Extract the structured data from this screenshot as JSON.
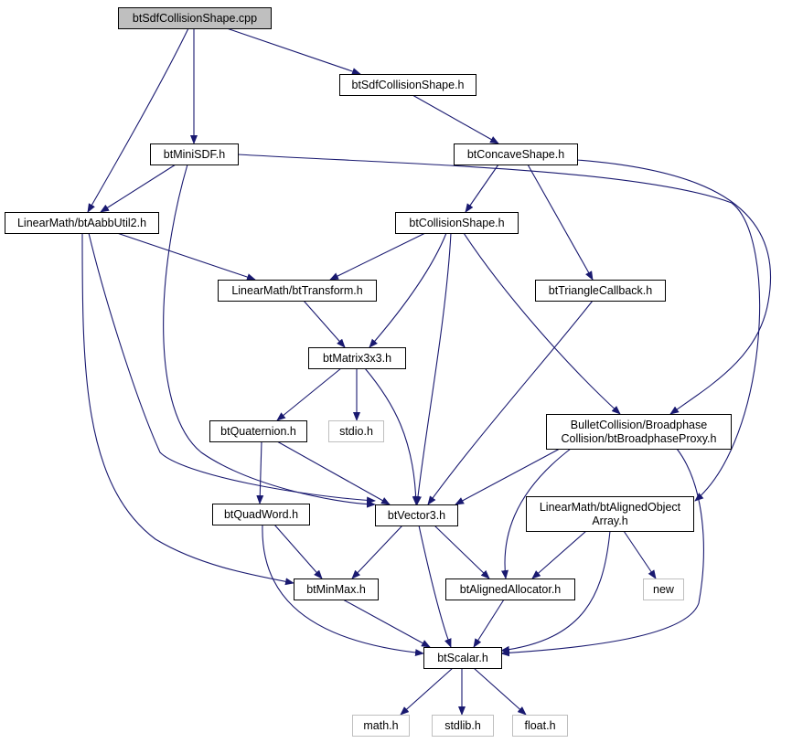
{
  "colors": {
    "edge": "#191970",
    "node_border": "#000000",
    "node_border_external": "#bfbfbf",
    "node_fill": "#ffffff",
    "root_fill": "#bfbfbf",
    "text": "#000000"
  },
  "graph": {
    "nodes": [
      {
        "id": "root",
        "lines": [
          "btSdfCollisionShape.cpp"
        ],
        "kind": "root"
      },
      {
        "id": "sdfh",
        "lines": [
          "btSdfCollisionShape.h"
        ],
        "kind": "header"
      },
      {
        "id": "minisdf",
        "lines": [
          "btMiniSDF.h"
        ],
        "kind": "header"
      },
      {
        "id": "concave",
        "lines": [
          "btConcaveShape.h"
        ],
        "kind": "header"
      },
      {
        "id": "aabb",
        "lines": [
          "LinearMath/btAabbUtil2.h"
        ],
        "kind": "header"
      },
      {
        "id": "collision",
        "lines": [
          "btCollisionShape.h"
        ],
        "kind": "header"
      },
      {
        "id": "transform",
        "lines": [
          "LinearMath/btTransform.h"
        ],
        "kind": "header"
      },
      {
        "id": "tricb",
        "lines": [
          "btTriangleCallback.h"
        ],
        "kind": "header"
      },
      {
        "id": "matrix",
        "lines": [
          "btMatrix3x3.h"
        ],
        "kind": "header"
      },
      {
        "id": "quat",
        "lines": [
          "btQuaternion.h"
        ],
        "kind": "header"
      },
      {
        "id": "stdio",
        "lines": [
          "stdio.h"
        ],
        "kind": "external"
      },
      {
        "id": "proxy",
        "lines": [
          "BulletCollision/Broadphase",
          "Collision/btBroadphaseProxy.h"
        ],
        "kind": "header"
      },
      {
        "id": "quadword",
        "lines": [
          "btQuadWord.h"
        ],
        "kind": "header"
      },
      {
        "id": "vector",
        "lines": [
          "btVector3.h"
        ],
        "kind": "header"
      },
      {
        "id": "alignedarr",
        "lines": [
          "LinearMath/btAlignedObject",
          "Array.h"
        ],
        "kind": "header"
      },
      {
        "id": "minmax",
        "lines": [
          "btMinMax.h"
        ],
        "kind": "header"
      },
      {
        "id": "alloc",
        "lines": [
          "btAlignedAllocator.h"
        ],
        "kind": "header"
      },
      {
        "id": "new",
        "lines": [
          "new"
        ],
        "kind": "external"
      },
      {
        "id": "scalar",
        "lines": [
          "btScalar.h"
        ],
        "kind": "header"
      },
      {
        "id": "math",
        "lines": [
          "math.h"
        ],
        "kind": "external"
      },
      {
        "id": "stdlib",
        "lines": [
          "stdlib.h"
        ],
        "kind": "external"
      },
      {
        "id": "float",
        "lines": [
          "float.h"
        ],
        "kind": "external"
      }
    ],
    "edges": [
      [
        "root",
        "sdfh"
      ],
      [
        "root",
        "minisdf"
      ],
      [
        "root",
        "aabb"
      ],
      [
        "sdfh",
        "concave"
      ],
      [
        "minisdf",
        "aabb"
      ],
      [
        "minisdf",
        "vector"
      ],
      [
        "minisdf",
        "alignedarr"
      ],
      [
        "concave",
        "collision"
      ],
      [
        "concave",
        "tricb"
      ],
      [
        "concave",
        "proxy"
      ],
      [
        "aabb",
        "transform"
      ],
      [
        "aabb",
        "vector"
      ],
      [
        "aabb",
        "minmax"
      ],
      [
        "collision",
        "transform"
      ],
      [
        "collision",
        "matrix"
      ],
      [
        "collision",
        "vector"
      ],
      [
        "collision",
        "proxy"
      ],
      [
        "transform",
        "matrix"
      ],
      [
        "tricb",
        "vector"
      ],
      [
        "matrix",
        "quat"
      ],
      [
        "matrix",
        "stdio"
      ],
      [
        "matrix",
        "vector"
      ],
      [
        "quat",
        "quadword"
      ],
      [
        "quat",
        "vector"
      ],
      [
        "proxy",
        "vector"
      ],
      [
        "proxy",
        "alloc"
      ],
      [
        "proxy",
        "scalar"
      ],
      [
        "quadword",
        "minmax"
      ],
      [
        "quadword",
        "scalar"
      ],
      [
        "vector",
        "minmax"
      ],
      [
        "vector",
        "alloc"
      ],
      [
        "vector",
        "scalar"
      ],
      [
        "alignedarr",
        "alloc"
      ],
      [
        "alignedarr",
        "new"
      ],
      [
        "alignedarr",
        "scalar"
      ],
      [
        "minmax",
        "scalar"
      ],
      [
        "alloc",
        "scalar"
      ],
      [
        "scalar",
        "math"
      ],
      [
        "scalar",
        "stdlib"
      ],
      [
        "scalar",
        "float"
      ]
    ]
  }
}
